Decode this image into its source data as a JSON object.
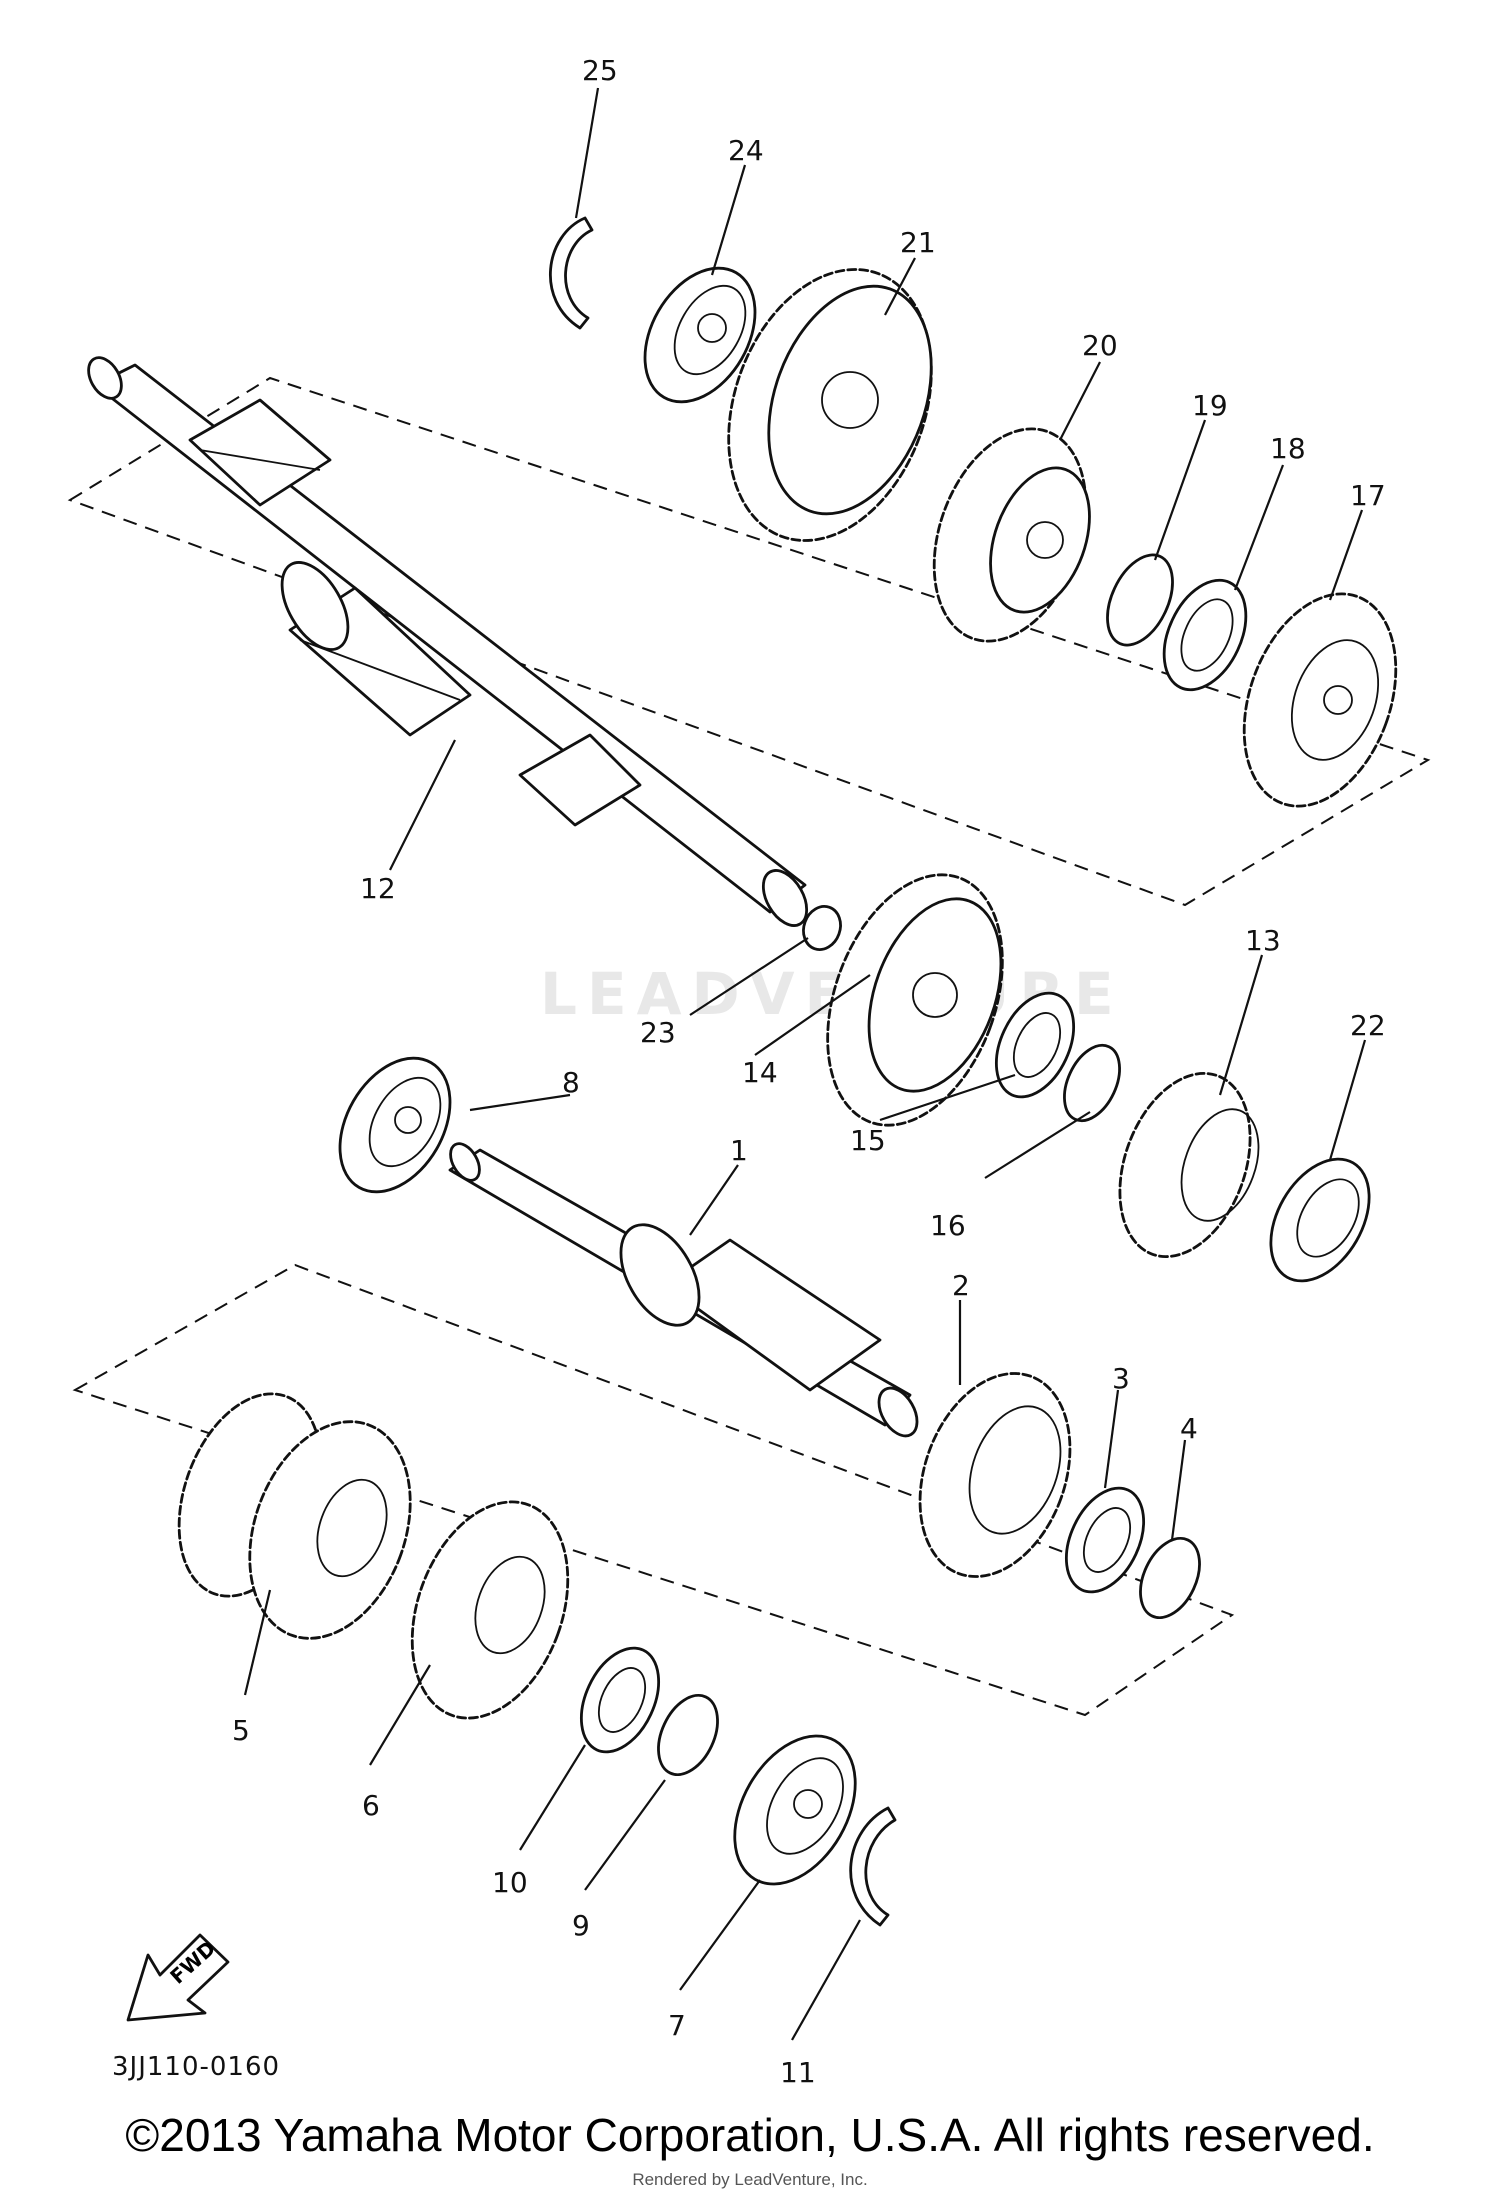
{
  "diagram": {
    "part_code": "3JJ110-0160",
    "fwd_label": "FWD",
    "copyright": "©2013 Yamaha Motor Corporation, U.S.A. All rights reserved.",
    "rendered_by": "Rendered by LeadVenture, Inc.",
    "watermark": "LEADVENTURE",
    "part_numbers": [
      "1",
      "2",
      "3",
      "4",
      "5",
      "6",
      "7",
      "8",
      "9",
      "10",
      "11",
      "12",
      "13",
      "14",
      "15",
      "16",
      "17",
      "18",
      "19",
      "20",
      "21",
      "22",
      "23",
      "24",
      "25"
    ]
  }
}
